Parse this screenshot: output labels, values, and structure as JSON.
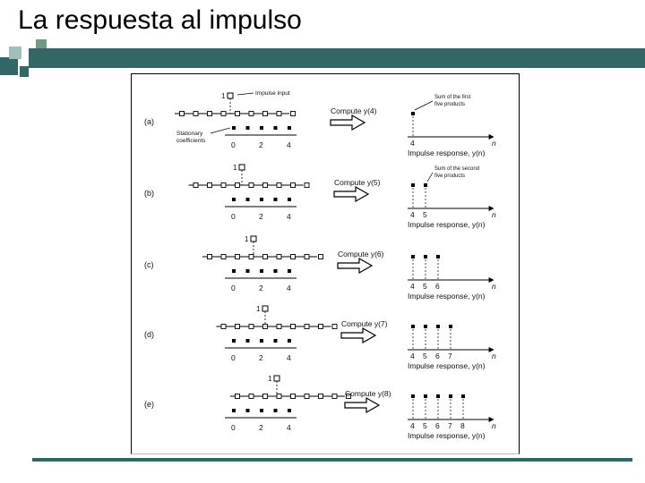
{
  "slide": {
    "title": "La respuesta al impulso",
    "accent_color": "#336666",
    "light_accent": "#9fbfb8"
  },
  "figure": {
    "labels": {
      "impulse_input": "Impulse input",
      "stationary": "Stationary",
      "coefficients": "coefficients",
      "sum_first_1": "Sum of the first",
      "sum_first_2": "five products",
      "sum_second_1": "Sum of the second",
      "sum_second_2": "five products",
      "n": "n",
      "one": "1"
    },
    "panels": [
      {
        "tag": "(a)",
        "compute": "Compute y(4)",
        "response": "Impulse response, y(n)",
        "ticks": [
          "0",
          "2",
          "4"
        ],
        "out_ticks": [
          "4"
        ]
      },
      {
        "tag": "(b)",
        "compute": "Compute y(5)",
        "response": "Impulse response, y(n)",
        "ticks": [
          "0",
          "2",
          "4"
        ],
        "out_ticks": [
          "4",
          "5"
        ]
      },
      {
        "tag": "(c)",
        "compute": "Compute y(6)",
        "response": "Impulse response, y(n)",
        "ticks": [
          "0",
          "2",
          "4"
        ],
        "out_ticks": [
          "4",
          "5",
          "6"
        ]
      },
      {
        "tag": "(d)",
        "compute": "Compute y(7)",
        "response": "Impulse response, y(n)",
        "ticks": [
          "0",
          "2",
          "4"
        ],
        "out_ticks": [
          "4",
          "5",
          "6",
          "7"
        ]
      },
      {
        "tag": "(e)",
        "compute": "Compute y(8)",
        "response": "Impulse response, y(n)",
        "ticks": [
          "0",
          "2",
          "4"
        ],
        "out_ticks": [
          "4",
          "5",
          "6",
          "7",
          "8"
        ]
      }
    ]
  }
}
